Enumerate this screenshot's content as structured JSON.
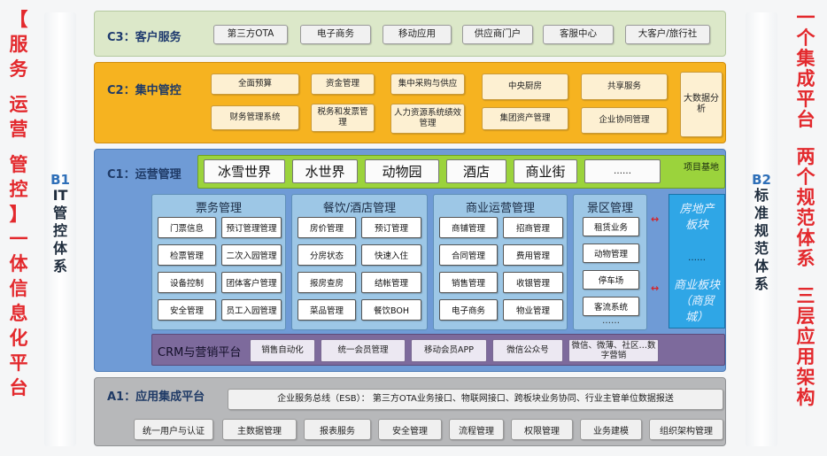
{
  "left_vertical": "【服务运营管控】一体信息化平台",
  "left_vertical_chars": [
    "【",
    "服",
    "务",
    "",
    "运",
    "营",
    "",
    "管",
    "控",
    "】",
    "一",
    "体",
    "信",
    "息",
    "化",
    "平",
    "台"
  ],
  "right_vertical": "一个集成平台两个规范体系三层应用架构",
  "right_vertical_groups": [
    [
      "一",
      "个",
      "集",
      "成",
      "平",
      "台"
    ],
    [
      "两",
      "个",
      "规",
      "范",
      "体",
      "系"
    ],
    [
      "三",
      "层",
      "应",
      "用",
      "架",
      "构"
    ]
  ],
  "b1": {
    "title": "B1",
    "chars": [
      "IT",
      "管",
      "控",
      "体",
      "系"
    ]
  },
  "b2": {
    "title": "B2",
    "chars": [
      "标",
      "准",
      "规",
      "范",
      "体",
      "系"
    ]
  },
  "c3": {
    "title": "C3：客户服务",
    "items": [
      "第三方OTA",
      "电子商务",
      "移动应用",
      "供应商门户",
      "客服中心",
      "大客户/旅行社"
    ]
  },
  "c2": {
    "title": "C2：集中管控",
    "items": [
      "全面预算",
      "资金管理",
      "集中采购与供应",
      "中央厨房",
      "共享服务",
      "财务管理系统",
      "税务和发票管理",
      "人力资源系统绩效管理",
      "集团资产管理",
      "企业协同管理"
    ],
    "bigdata": "大数据分析"
  },
  "c1": {
    "title": "C1：运营管理",
    "base_label": "项目基地",
    "bases": [
      "冰雪世界",
      "水世界",
      "动物园",
      "酒店",
      "商业街",
      "……"
    ],
    "groups": [
      {
        "title": "票务管理",
        "cells": [
          "门票信息",
          "预订管理管理",
          "检票管理",
          "二次入园管理",
          "设备控制",
          "团体客户管理",
          "安全管理",
          "员工入园管理"
        ]
      },
      {
        "title": "餐饮/酒店管理",
        "cells": [
          "房价管理",
          "预订管理",
          "分房状态",
          "快速入住",
          "报房查房",
          "结帐管理",
          "菜品管理",
          "餐饮BOH"
        ]
      },
      {
        "title": "商业运营管理",
        "cells": [
          "商铺管理",
          "招商管理",
          "合同管理",
          "费用管理",
          "销售管理",
          "收银管理",
          "电子商务",
          "物业管理"
        ]
      },
      {
        "title": "景区管理",
        "cells": [
          "租赁业务",
          "动物管理",
          "停车场",
          "客流系统"
        ],
        "dots": "……"
      }
    ],
    "real_estate": {
      "top": "房地产板块",
      "dots": "……",
      "bottom": "商业板块（商贸城）"
    },
    "crm": {
      "title": "CRM与营销平台",
      "items": [
        "销售自动化",
        "统一会员管理",
        "移动会员APP",
        "微信公众号",
        "微信、微薄、社区…数字营销"
      ]
    }
  },
  "a1": {
    "title": "A1：应用集成平台",
    "esb": "企业服务总线（ESB）： 第三方OTA业务接口、物联网接口、跨板块业务协同、行业主管单位数据报送",
    "items": [
      "统一用户与认证",
      "主数据管理",
      "报表服务",
      "安全管理",
      "流程管理",
      "权限管理",
      "业务建模",
      "组织架构管理"
    ]
  },
  "colors": {
    "accent_red": "#e3292d",
    "c3_bg": "#dce8c9",
    "c2_bg": "#f6b320",
    "c1_bg": "#6f9bd6",
    "base_bg": "#9bd33c",
    "crm_bg": "#7d6a9c",
    "a1_bg": "#b7b8ba"
  }
}
